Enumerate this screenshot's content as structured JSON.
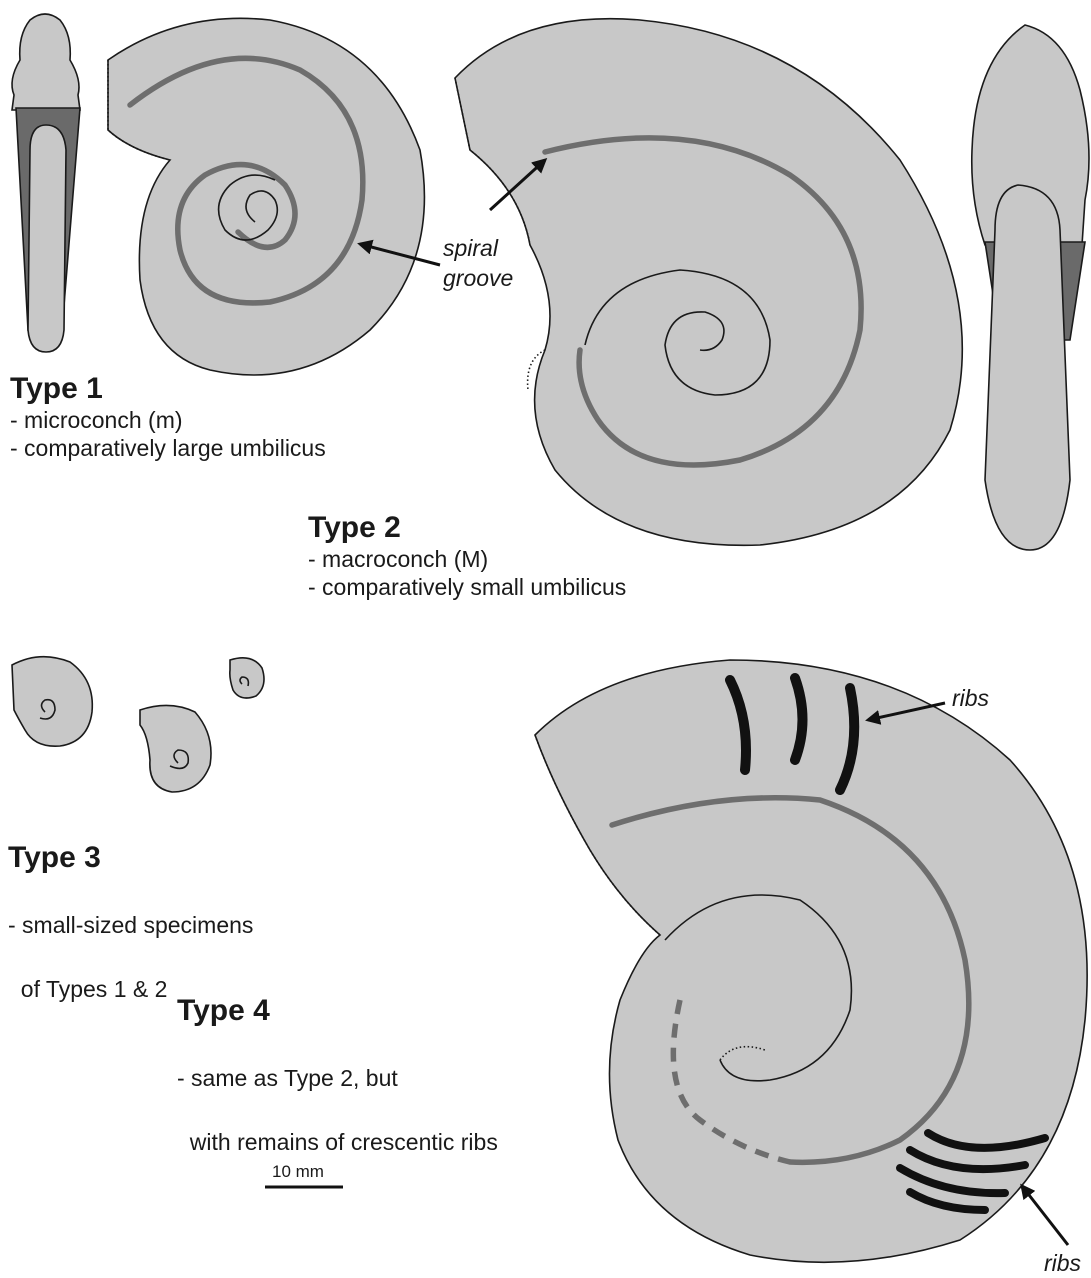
{
  "type1": {
    "title": "Type 1",
    "lines": [
      "- microconch (m)",
      "- comparatively large umbilicus"
    ]
  },
  "type2": {
    "title": "Type 2",
    "lines": [
      "- macroconch (M)",
      "- comparatively small umbilicus"
    ]
  },
  "type3": {
    "title": "Type 3",
    "lines": [
      "- small-sized specimens",
      "  of Types 1 & 2"
    ]
  },
  "type4": {
    "title": "Type 4",
    "lines": [
      "- same as Type 2, but",
      "  with remains of crescentic ribs"
    ]
  },
  "annotations": {
    "spiral_groove": [
      "spiral",
      "groove"
    ],
    "ribs_top": "ribs",
    "ribs_bottom": "ribs"
  },
  "scale_bar": {
    "label": "10 mm"
  },
  "colors": {
    "shell_fill": "#c8c8c8",
    "groove": "#6e6e6e",
    "venter_dark": "#6a6a6a",
    "outline": "#1a1a1a"
  }
}
